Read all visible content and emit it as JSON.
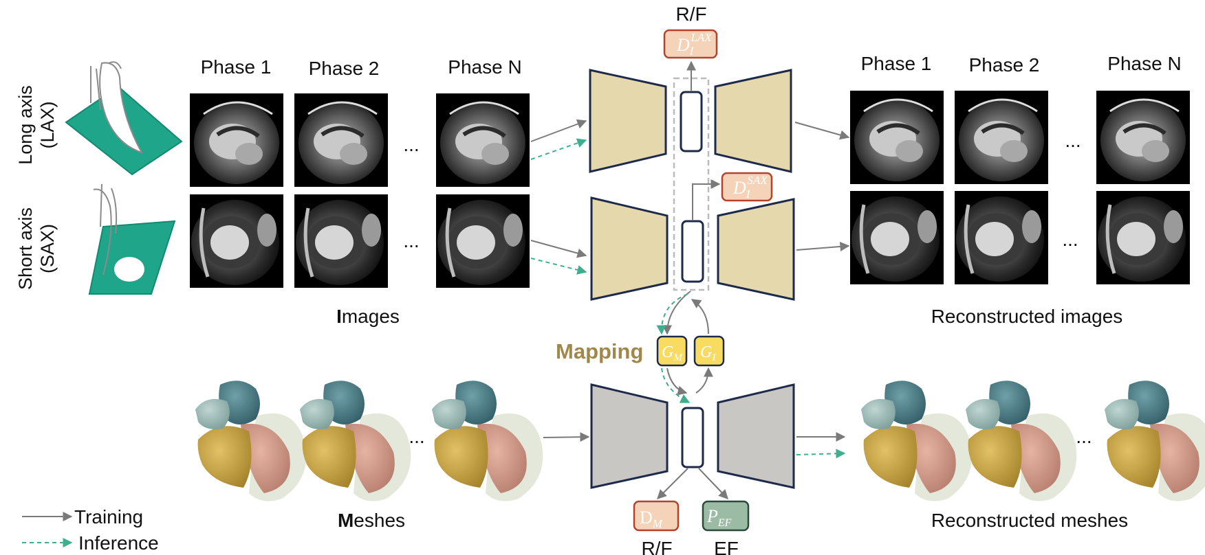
{
  "figure": {
    "views": {
      "lax": "Long axis\n(LAX)",
      "lax_line1": "Long axis",
      "lax_line2": "(LAX)",
      "sax_line1": "Short axis",
      "sax_line2": "(SAX)"
    },
    "input_phases": [
      "Phase 1",
      "Phase 2",
      "Phase N"
    ],
    "output_phases": [
      "Phase 1",
      "Phase 2",
      "Phase N"
    ],
    "ellipsis": "...",
    "images_label_bold": "I",
    "images_label_rest": "mages",
    "meshes_label_bold": "M",
    "meshes_label_rest": "eshes",
    "reconstructed_images": "Reconstructed images",
    "reconstructed_meshes": "Reconstructed  meshes",
    "rf_top": "R/F",
    "rf_bottom": "R/F",
    "ef_bottom": "EF",
    "mapping": "Mapping",
    "boxes": {
      "d_lax_main": "D",
      "d_lax_sub": "I",
      "d_lax_sup": "LAX",
      "d_sax_main": "D",
      "d_sax_sub": "I",
      "d_sax_sup": "SAX",
      "gm_main": "G",
      "gm_sub": "M",
      "gi_main": "G",
      "gi_sub": "I",
      "dm_main": "D",
      "dm_sub": "M",
      "pef_main": "P",
      "pef_sub": "EF"
    },
    "legend": {
      "training": "Training",
      "inference": "Inference"
    },
    "colors": {
      "image_encoder_fill": "#e6d8ad",
      "mesh_encoder_fill": "#c8c7c3",
      "encoder_stroke": "#1d2a4a",
      "plane_green": "#1fa58a",
      "disc_box_fill": "#f4d3b8",
      "disc_box_stroke": "#b5422a",
      "mapping_box_fill": "#f7dc61",
      "mapping_text": "#a0874a",
      "pef_fill": "#9bbba5",
      "training_arrow": "#7a7a7a",
      "inference_arrow": "#3fae8f"
    }
  }
}
